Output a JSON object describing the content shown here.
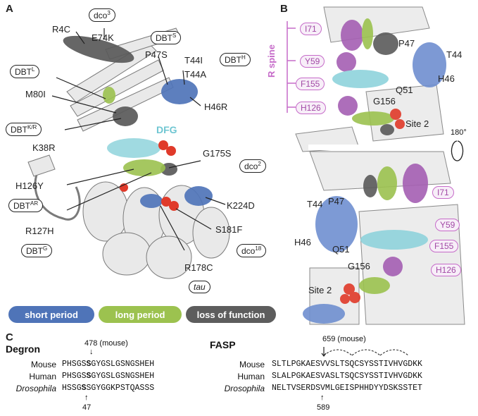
{
  "panels": {
    "a": "A",
    "b": "B",
    "c": "C"
  },
  "panel_a": {
    "labels": {
      "r4c": "R4C",
      "e74k": "E74K",
      "p47s": "P47S",
      "t44i": "T44I",
      "t44a": "T44A",
      "m80i": "M80I",
      "h46r": "H46R",
      "k38r": "K38R",
      "dfg": "DFG",
      "g175s": "G175S",
      "h126y": "H126Y",
      "k224d": "K224D",
      "r127h": "R127H",
      "s181f": "S181F",
      "r178c": "R178C"
    },
    "pills": {
      "dco3": {
        "base": "dco",
        "sup": "3"
      },
      "dbts": {
        "base": "DBT",
        "sup": "S"
      },
      "dbth": {
        "base": "DBT",
        "sup": "H"
      },
      "dbtl": {
        "base": "DBT",
        "sup": "L"
      },
      "dbtkr": {
        "base": "DBT",
        "sup": "K/R"
      },
      "dco2": {
        "base": "dco",
        "sup": "2"
      },
      "dbtar": {
        "base": "DBT",
        "sup": "AR"
      },
      "dbtg": {
        "base": "DBT",
        "sup": "G"
      },
      "dco18": {
        "base": "dco",
        "sup": "18"
      },
      "tau": "tau"
    }
  },
  "legend": [
    {
      "label": "short period",
      "color": "#4f74b8"
    },
    {
      "label": "long period",
      "color": "#9cc24f"
    },
    {
      "label": "loss of function",
      "color": "#5d5d5d"
    }
  ],
  "panel_b": {
    "spine_label": "R spine",
    "top_residues": [
      "I71",
      "Y59",
      "F155",
      "H126"
    ],
    "bottom_residues": [
      "I71",
      "Y59",
      "F155",
      "H126"
    ],
    "labels": {
      "p47_top": "P47",
      "t44_top": "T44",
      "h46_top": "H46",
      "q51_top": "Q51",
      "g156_top": "G156",
      "site2_top": "Site 2",
      "rotation": "180°",
      "t44_bot": "T44",
      "p47_bot": "P47",
      "h46_bot": "H46",
      "q51_bot": "Q51",
      "g156_bot": "G156",
      "site2_bot": "Site 2"
    }
  },
  "panel_c": {
    "degron": {
      "title": "Degron",
      "top_note": "478 (mouse)",
      "bottom_note": "47",
      "rows": [
        {
          "species": "Mouse",
          "pre": "PHSGS",
          "bold": "S",
          "post": "GYGSLGSNGSHEH"
        },
        {
          "species": "Human",
          "pre": "PHSGS",
          "bold": "S",
          "post": "GYGSLGSNGSHEH"
        },
        {
          "species": "Drosophila",
          "pre": "HSSG",
          "bold": "S",
          "post": "SGYGGKPSTQASSS"
        }
      ]
    },
    "fasp": {
      "title": "FASP",
      "top_note": "659 (mouse)",
      "bottom_note": "589",
      "rows": [
        {
          "species": "Mouse",
          "seq": "SLTLPGKAESVVSLTSQCSYSSTIVHVGDKK"
        },
        {
          "species": "Human",
          "seq": "SLALPGKAESVASLTSQCSYSSTIVHVGDKK"
        },
        {
          "species": "Drosophila",
          "seq": "NELTVSERDSVMLGEISPHHDYYDSKSSTET"
        }
      ]
    }
  },
  "colors": {
    "short": "#4f74b8",
    "long": "#9cc24f",
    "lof": "#5d5d5d",
    "dfg": "#8fd3dc",
    "spine": "#a55fb3"
  }
}
